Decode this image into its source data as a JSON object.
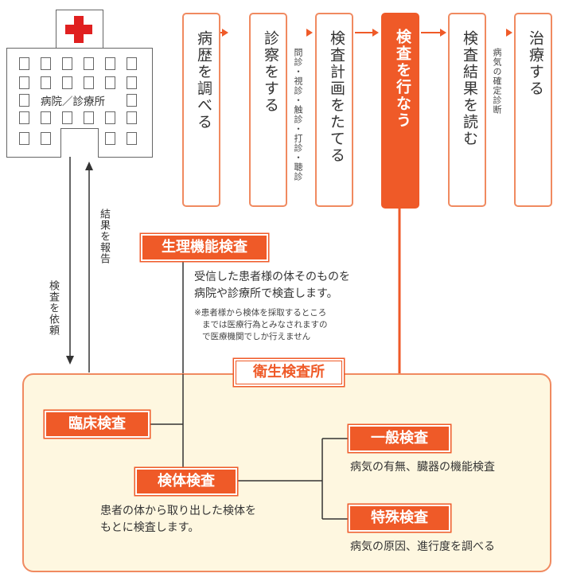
{
  "hospital": {
    "label": "病院／診療所"
  },
  "report_label": "結果を報告",
  "request_label": "検査を依頼",
  "steps": [
    {
      "label": "病歴を調べる"
    },
    {
      "label": "診察をする",
      "note": "問診・視診・触診・打診・聴診"
    },
    {
      "label": "検査計画をたてる"
    },
    {
      "label": "検査を行なう"
    },
    {
      "label": "検査結果を読む",
      "note": "病気の確定診断"
    },
    {
      "label": "治療する"
    }
  ],
  "physiological": {
    "label": "生理機能検査",
    "desc1": "受信した患者様の体そのものを",
    "desc2": "病院や診療所で検査します。",
    "note1": "※患者様から検体を採取するところ",
    "note2": "までは医療行為とみなされますの",
    "note3": "で医療機関でしか行えません"
  },
  "lab": {
    "label": "衛生検査所"
  },
  "clinical": {
    "label": "臨床検査"
  },
  "specimen": {
    "label": "検体検査",
    "desc1": "患者の体から取り出した検体を",
    "desc2": "もとに検査します。"
  },
  "general": {
    "label": "一般検査",
    "desc": "病気の有無、臓器の機能検査"
  },
  "special": {
    "label": "特殊検査",
    "desc": "病気の原因、進行度を調べる"
  },
  "colors": {
    "accent": "#ef5a28",
    "panel_bg": "#fef7e0",
    "cross": "#e02020"
  }
}
